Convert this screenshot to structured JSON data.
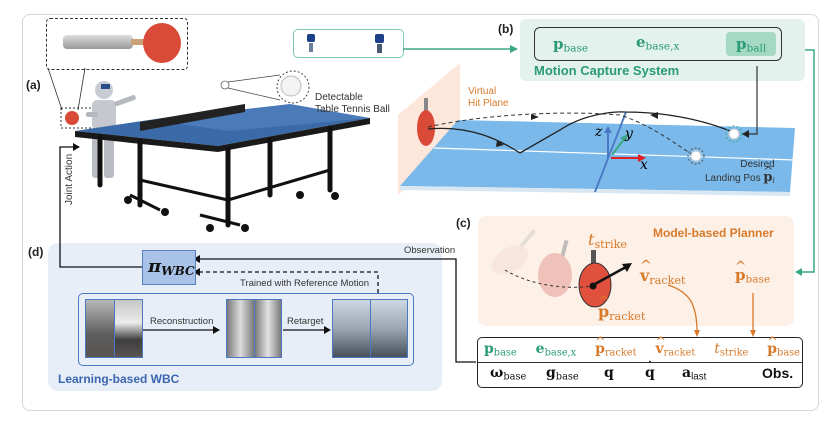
{
  "panels": {
    "a": {
      "label": "(a)",
      "ball_caption_line1": "Detectable",
      "ball_caption_line2": "Table Tennis Ball",
      "joint_action": "Joint Action"
    },
    "b": {
      "label": "(b)",
      "system_title": "Motion Capture System",
      "vars": [
        {
          "sym": "p",
          "sub": "base"
        },
        {
          "sym": "e",
          "sub": "base,x"
        },
        {
          "sym": "p",
          "sub": "ball"
        }
      ],
      "hit_plane_line1": "Virtual",
      "hit_plane_line2": "Hit Plane",
      "axes": {
        "x": "x",
        "y": "y",
        "z": "z"
      },
      "landing_line1": "Desired",
      "landing_line2": "Landing Pos",
      "landing_sym": "p",
      "landing_sub": "l"
    },
    "c": {
      "label": "(c)",
      "planner_title": "Model-based Planner",
      "t_strike": {
        "sym": "t",
        "sub": "strike"
      },
      "v_racket": {
        "sym": "v",
        "sub": "racket"
      },
      "p_racket": {
        "sym": "p",
        "sub": "racket"
      },
      "p_base": {
        "sym": "p",
        "sub": "base"
      }
    },
    "obs": {
      "row1": [
        {
          "sym": "p",
          "sub": "base",
          "color": "teal",
          "hat": false
        },
        {
          "sym": "e",
          "sub": "base,x",
          "color": "teal",
          "hat": false
        },
        {
          "sym": "p",
          "sub": "racket",
          "color": "orange",
          "hat": true
        },
        {
          "sym": "v",
          "sub": "racket",
          "color": "orange",
          "hat": true
        },
        {
          "sym": "t",
          "sub": "strike",
          "color": "orange",
          "hat": false
        },
        {
          "sym": "p",
          "sub": "base",
          "color": "orange",
          "hat": true
        }
      ],
      "row2": [
        {
          "sym": "ω",
          "sub": "base"
        },
        {
          "sym": "g",
          "sub": "base"
        },
        {
          "sym": "q",
          "sub": ""
        },
        {
          "sym": "q",
          "sub": ""
        },
        {
          "sym": "a",
          "sub": "last"
        }
      ],
      "obs_label": "Obs."
    },
    "d": {
      "label": "(d)",
      "policy_sym": "π",
      "policy_sub": "WBC",
      "observation": "Observation",
      "trained_with": "Trained with Reference Motion",
      "reconstruction": "Reconstruction",
      "retarget": "Retarget",
      "wbc_title": "Learning-based WBC"
    }
  },
  "colors": {
    "teal": "#2a9a78",
    "teal_bg": "#e3f2ec",
    "orange": "#d77a2c",
    "orange_bg": "#fdf0e7",
    "blue_bg": "#e8eef7",
    "blue_border": "#4a78c4",
    "table_blue": "#7ab9ea"
  }
}
